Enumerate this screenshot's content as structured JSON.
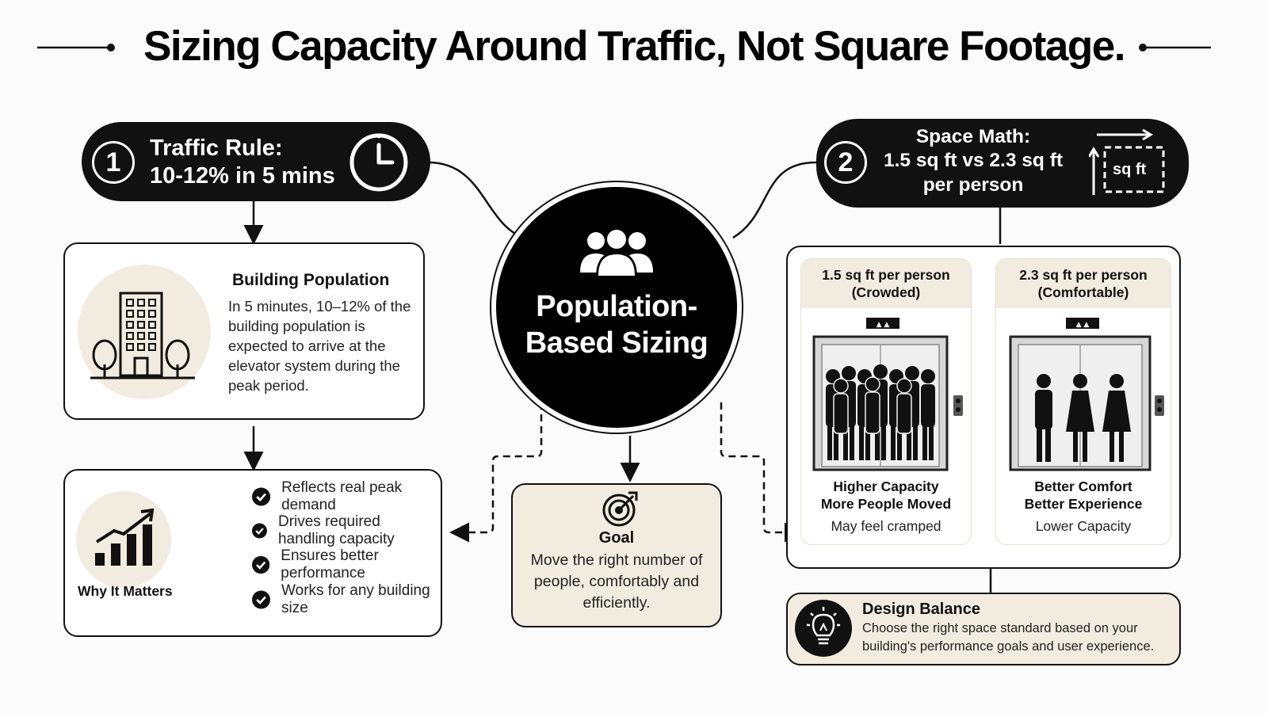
{
  "title": "Sizing Capacity Around Traffic, Not Square Footage.",
  "step1": {
    "number": "1",
    "line1": "Traffic Rule:",
    "line2": "10-12% in 5 mins"
  },
  "step2": {
    "number": "2",
    "line1": "Space Math:",
    "line2": "1.5 sq ft vs 2.3 sq ft",
    "line3": "per person",
    "icon_label": "sq ft"
  },
  "center": {
    "line1": "Population-",
    "line2": "Based Sizing"
  },
  "building_population": {
    "title": "Building Population",
    "lines": [
      "In 5 minutes, 10–12% of the",
      "building population is",
      "expected to arrive at the",
      "elevator system during the",
      "peak period."
    ]
  },
  "why_it_matters": {
    "label": "Why It Matters",
    "items": [
      "Reflects real peak demand",
      "Drives required handling capacity",
      "Ensures better performance",
      "Works for any building size"
    ]
  },
  "goal": {
    "title": "Goal",
    "lines": [
      "Move the right number of",
      "people, comfortably and",
      "efficiently."
    ]
  },
  "crowded": {
    "header1": "1.5 sq ft per person",
    "header2": "(Crowded)",
    "caption1": "Higher Capacity",
    "caption2": "More People Moved",
    "caption3": "May feel cramped"
  },
  "comfortable": {
    "header1": "2.3 sq ft per person",
    "header2": "(Comfortable)",
    "caption1": "Better Comfort",
    "caption2": "Better Experience",
    "caption3": "Lower Capacity"
  },
  "design_balance": {
    "title": "Design Balance",
    "line1": "Choose the right space standard based on your",
    "line2": "building's performance goals and user experience."
  },
  "icons": {
    "clock": "clock-icon",
    "area": "area-icon",
    "people": "people-group-icon",
    "building": "building-icon",
    "chart": "growth-chart-icon",
    "check": "check-circle-icon",
    "target": "target-icon",
    "bulb": "lightbulb-icon"
  },
  "colors": {
    "black": "#111111",
    "beige": "#f2ebdf",
    "background": "#fbfbfb"
  }
}
